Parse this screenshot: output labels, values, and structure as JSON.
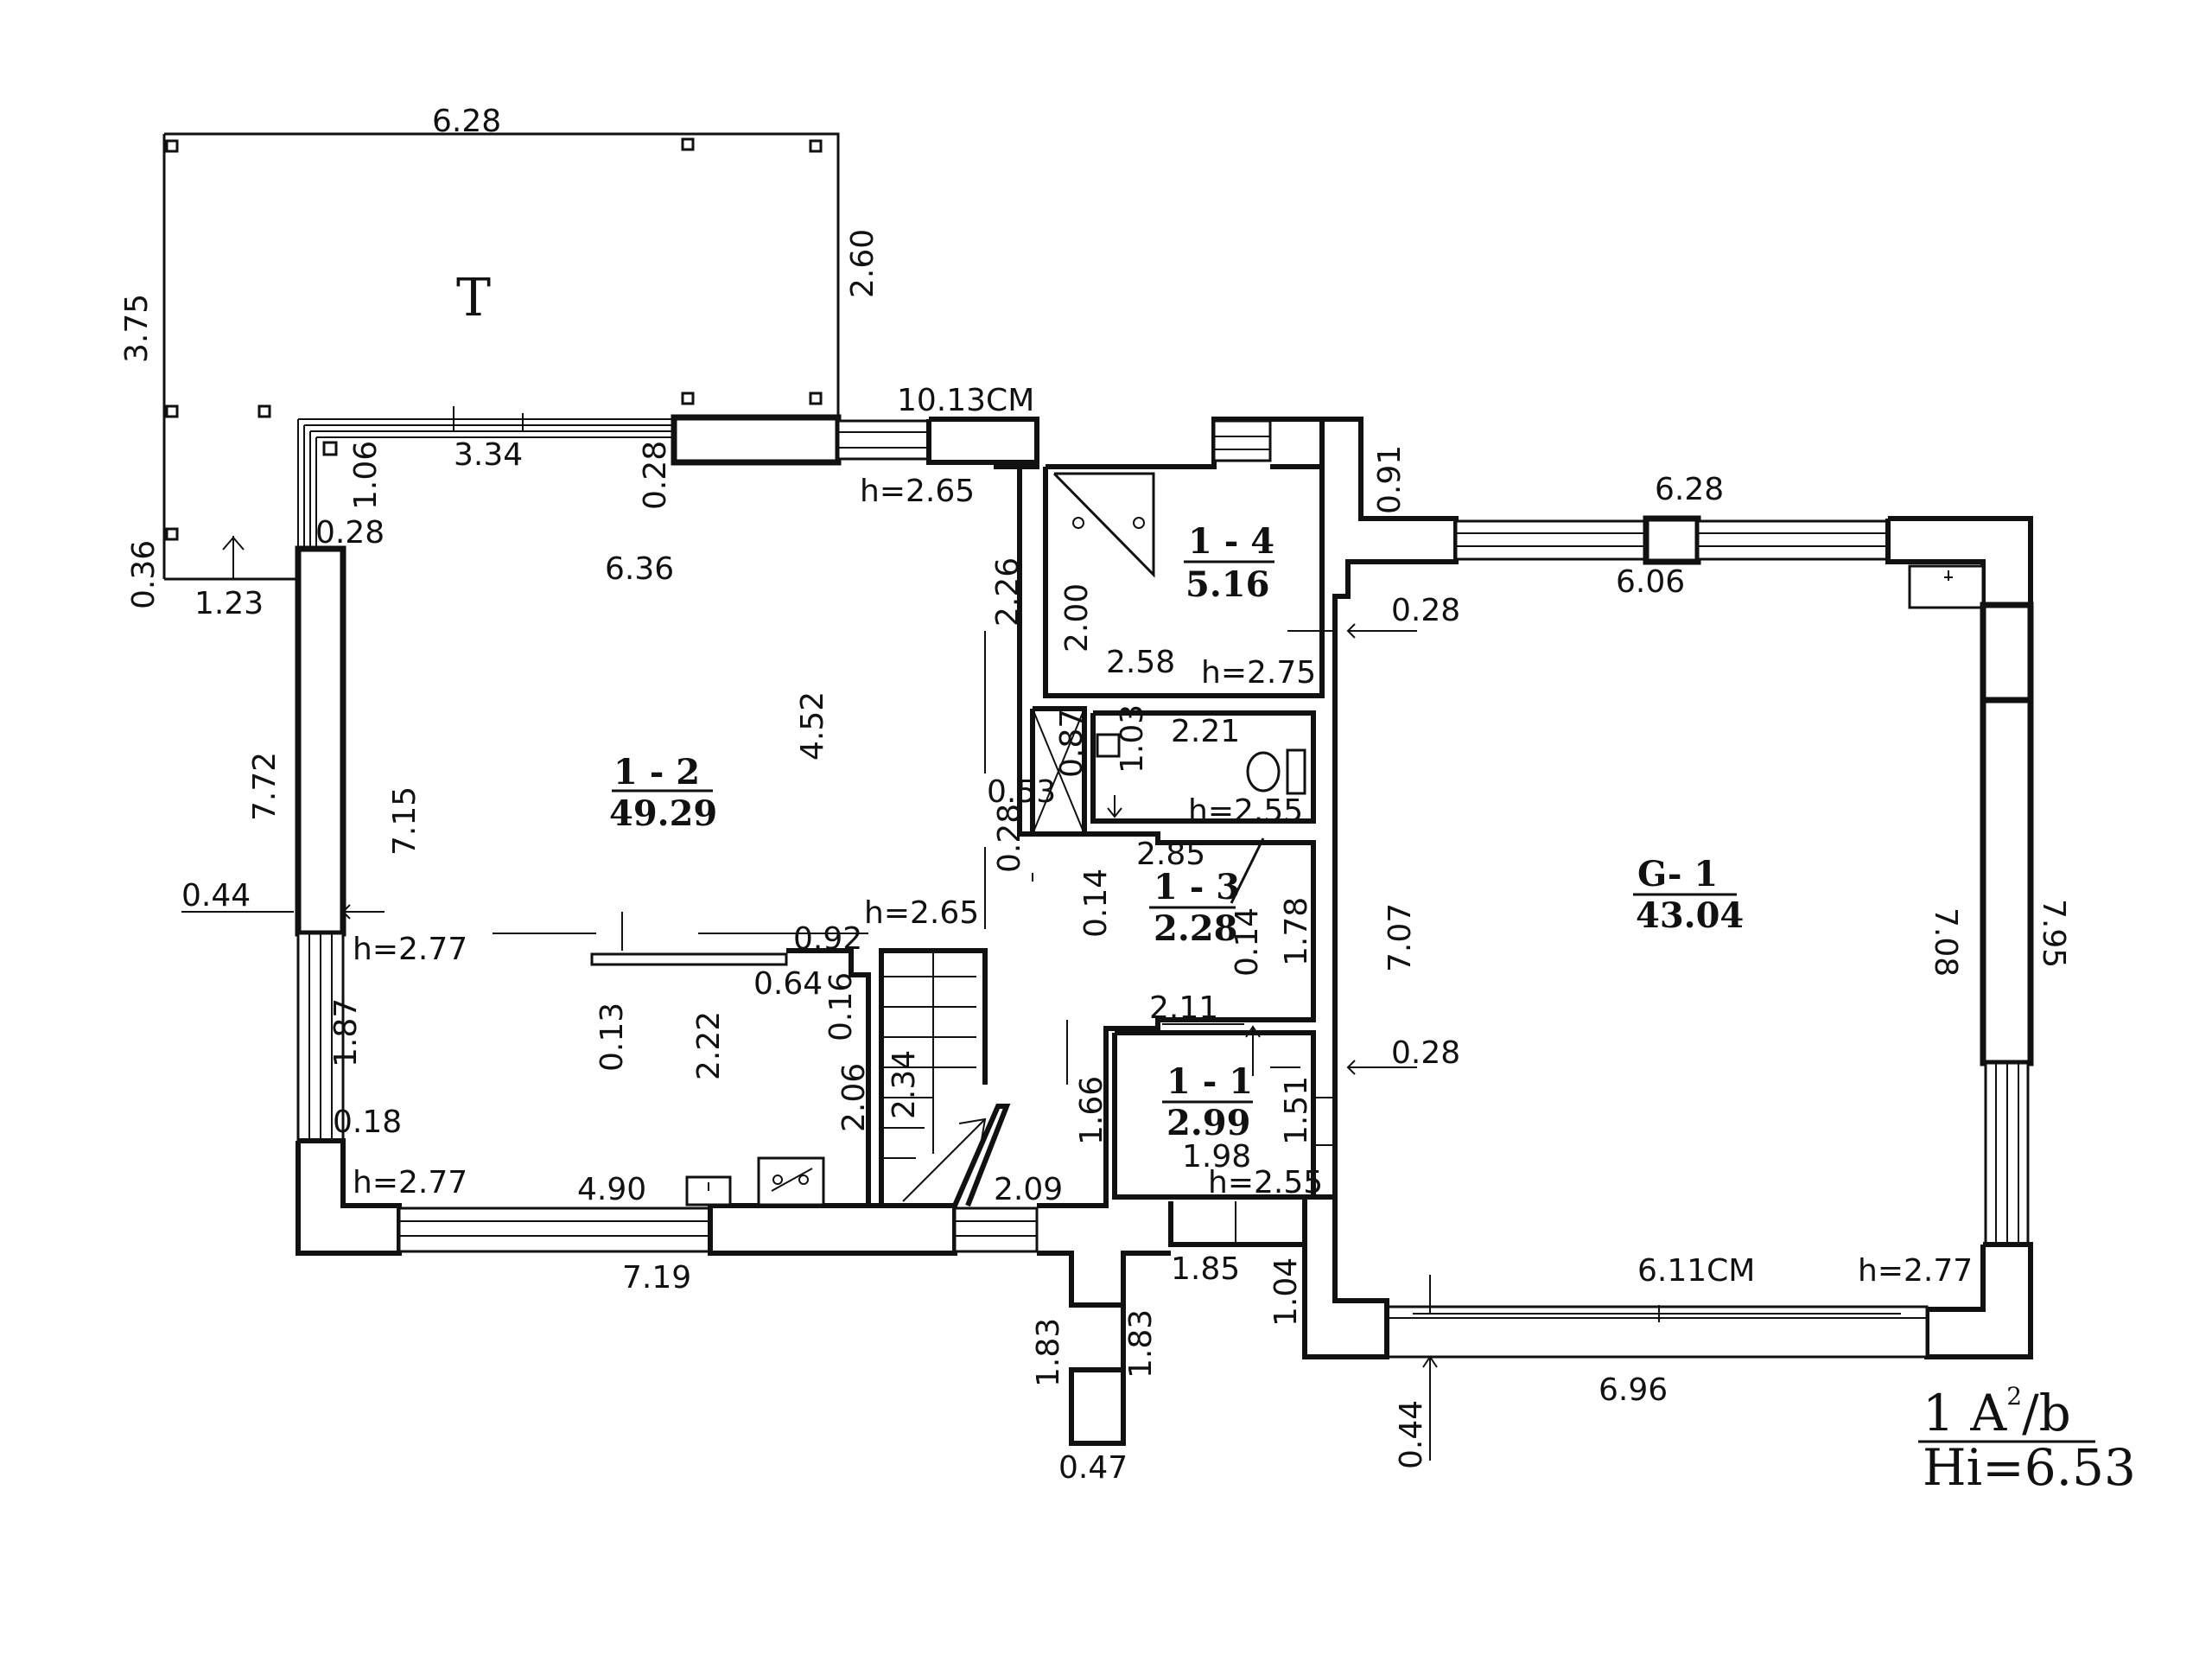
{
  "terrace": {
    "label": "T"
  },
  "rooms": [
    {
      "id": "1-1",
      "name": "1 - 1",
      "area": "2.99"
    },
    {
      "id": "1-2",
      "name": "1 - 2",
      "area": "49.29"
    },
    {
      "id": "1-3",
      "name": "1 - 3",
      "area": "2.28"
    },
    {
      "id": "1-4",
      "name": "1 - 4",
      "area": "5.16"
    },
    {
      "id": "g-1",
      "name": "G- 1",
      "area": "43.04"
    }
  ],
  "legend": {
    "line1": "1 A",
    "sup": "2",
    "line1_end": "/b",
    "line2": "Hi=6.53"
  },
  "dims": {
    "t_top": "6.28",
    "t_left": "3.75",
    "t_right": "2.60",
    "t_step_h": "0.36",
    "t_step_w": "1.23",
    "d_1_06": "1.06",
    "d_3_34": "3.34",
    "d_0_28a": "0.28",
    "d_0_28b": "0.28",
    "d_10_13": "10.13CM",
    "h_2_65a": "h=2.65",
    "d_0_91": "0.91",
    "d_6_28": "6.28",
    "d_6_06": "6.06",
    "d_0_28c": "0.28",
    "d_6_36": "6.36",
    "d_2_26": "2.26",
    "d_4_52": "4.52",
    "d_2_00": "2.00",
    "d_2_58": "2.58",
    "h_2_75": "h=2.75",
    "d_7_72": "7.72",
    "d_7_15": "7.15",
    "d_0_87": "0.87",
    "d_1_03": "1.03",
    "d_2_21": "2.21",
    "d_0_53": "0.53",
    "d_0_28d": "0.28",
    "h_2_55a": "h=2.55",
    "d_2_85": "2.85",
    "d_0_44a": "0.44",
    "h_2_65b": "h=2.65",
    "d_0_14a": "0.14",
    "d_0_14b": "0.14",
    "d_1_78": "1.78",
    "d_7_07": "7.07",
    "d_7_08": "7.08",
    "d_7_95": "7.95",
    "h_2_77a": "h=2.77",
    "d_0_92": "0.92",
    "d_0_64": "0.64",
    "d_0_16": "0.16",
    "d_0_13": "0.13",
    "d_2_22": "2.22",
    "d_2_06": "2.06",
    "d_2_34": "2.34",
    "d_1_87": "1.87",
    "d_0_18": "0.18",
    "d_1_66": "1.66",
    "d_2_11": "2.11",
    "d_0_28e": "0.28",
    "d_1_51": "1.51",
    "d_1_98": "1.98",
    "h_2_55b": "h=2.55",
    "h_2_77b": "h=2.77",
    "d_4_90": "4.90",
    "d_2_09": "2.09",
    "d_7_19": "7.19",
    "d_1_85": "1.85",
    "d_1_04": "1.04",
    "d_6_11": "6.11CM",
    "h_2_77c": "h=2.77",
    "d_1_83a": "1.83",
    "d_1_83b": "1.83",
    "d_0_47": "0.47",
    "d_6_96": "6.96",
    "d_0_44b": "0.44"
  }
}
